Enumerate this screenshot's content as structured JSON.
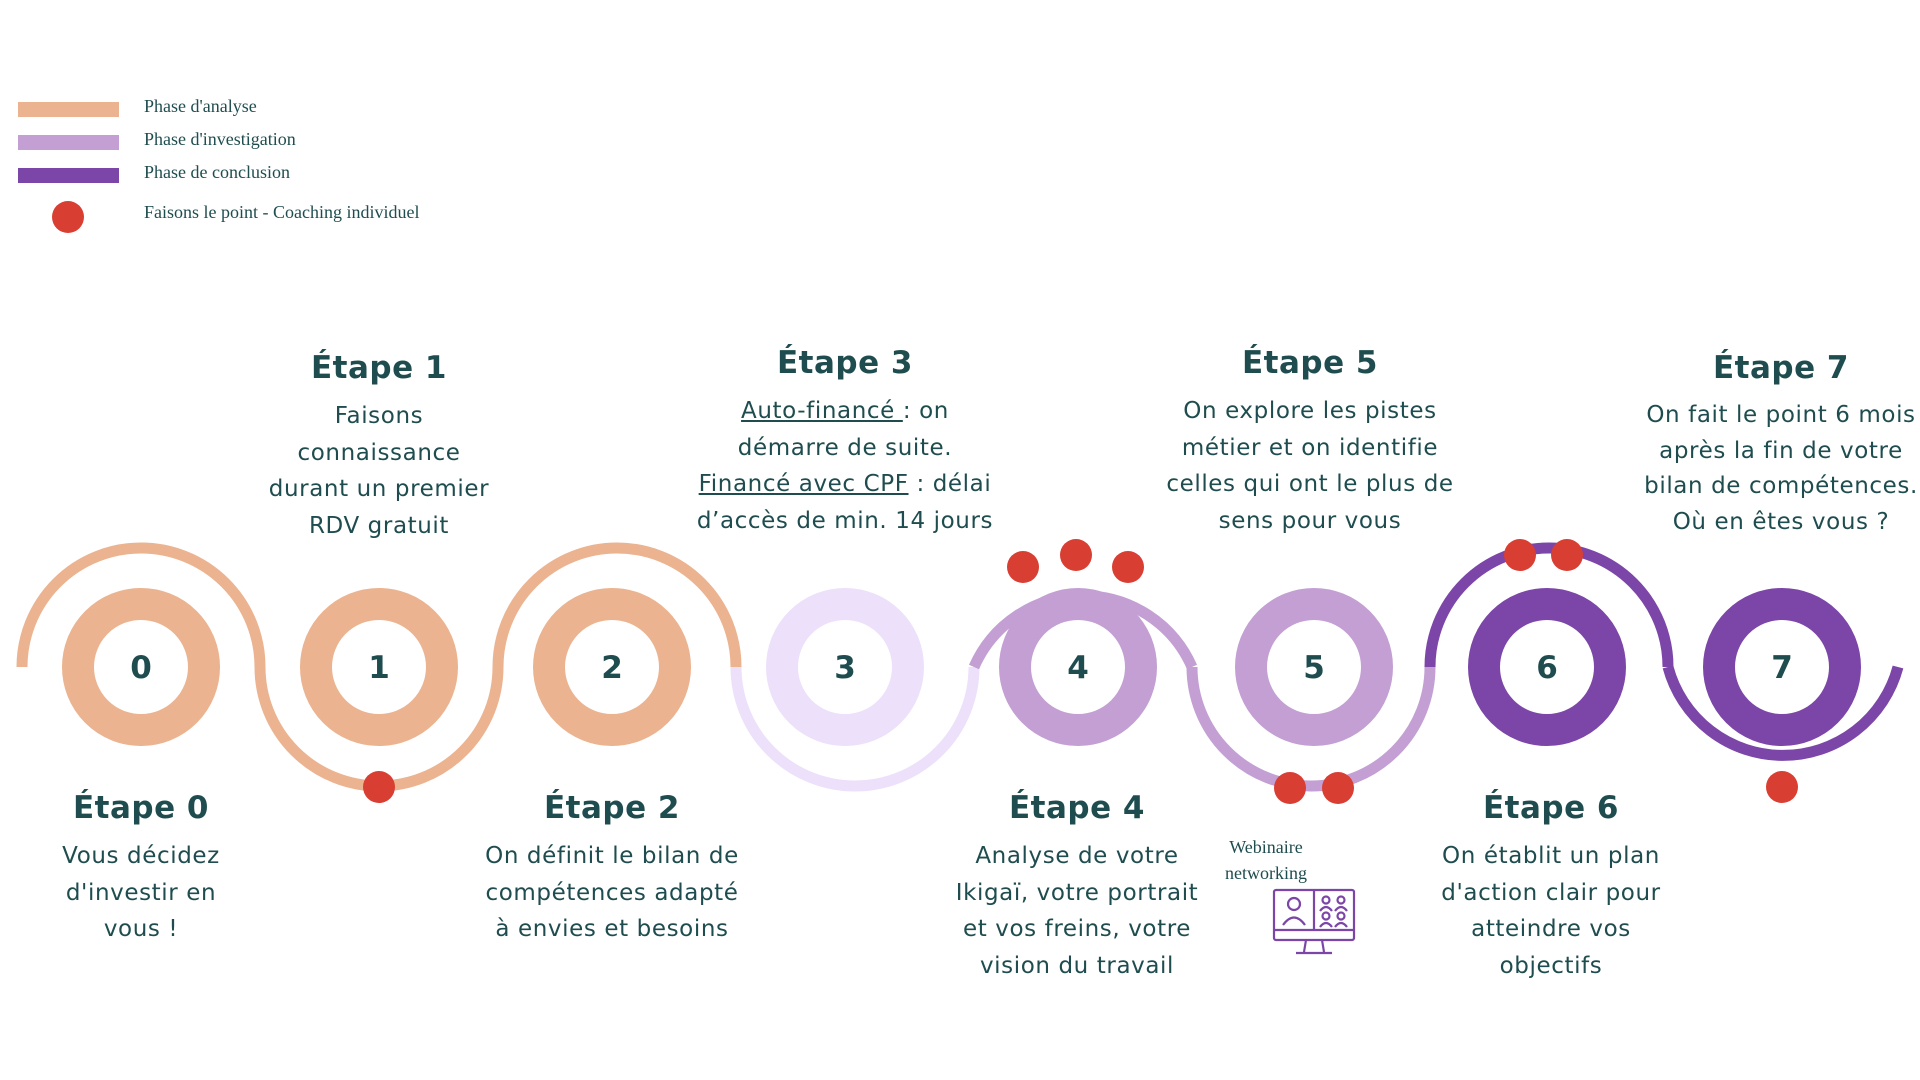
{
  "colors": {
    "analyse": "#ebb38f",
    "investigation": "#c39fd3",
    "investigation_light": "#ede0fa",
    "conclusion": "#7c45a8",
    "point": "#d93e32",
    "text": "#1f4d4f"
  },
  "legend": [
    {
      "label": "Phase d'analyse",
      "kind": "bar",
      "color": "#ebb38f"
    },
    {
      "label": "Phase d'investigation",
      "kind": "bar",
      "color": "#c39fd3"
    },
    {
      "label": "Phase de conclusion",
      "kind": "bar",
      "color": "#7c45a8"
    },
    {
      "label": "Faisons le point - Coaching individuel",
      "kind": "dot",
      "color": "#d93e32"
    }
  ],
  "steps": [
    {
      "number": "0",
      "title": "Étape 0",
      "lines": [
        "Vous décidez",
        "d'investir en",
        "vous !"
      ]
    },
    {
      "number": "1",
      "title": "Étape 1",
      "lines": [
        "Faisons",
        "connaissance",
        "durant un premier",
        "RDV gratuit"
      ]
    },
    {
      "number": "2",
      "title": "Étape 2",
      "lines": [
        "On définit le bilan de",
        "compétences adapté",
        "à envies et besoins"
      ]
    },
    {
      "number": "3",
      "title": "Étape 3",
      "line1_link": "Auto-financé ",
      "line1_rest": ": on",
      "line2": "démarre de suite.",
      "line3_link": "Financé avec CPF",
      "line3_rest": " : délai",
      "line4": "d’accès de min. 14 jours"
    },
    {
      "number": "4",
      "title": "Étape 4",
      "lines": [
        "Analyse de votre",
        "Ikigaï, votre portrait",
        "et vos freins, votre",
        "vision du travail"
      ]
    },
    {
      "number": "5",
      "title": "Étape 5",
      "lines": [
        "On explore les pistes",
        "métier et on identifie",
        "celles qui ont le plus de",
        "sens pour vous"
      ]
    },
    {
      "number": "6",
      "title": "Étape 6",
      "lines": [
        "On établit un plan",
        "d'action clair pour",
        "atteindre vos",
        "objectifs"
      ]
    },
    {
      "number": "7",
      "title": "Étape 7",
      "lines": [
        "On fait le point 6 mois",
        "après la fin de votre",
        "bilan de compétences.",
        "Où en êtes vous ?"
      ]
    }
  ],
  "webinar": {
    "line1": "Webinaire",
    "line2": "networking",
    "icon": "video-conference-icon"
  }
}
